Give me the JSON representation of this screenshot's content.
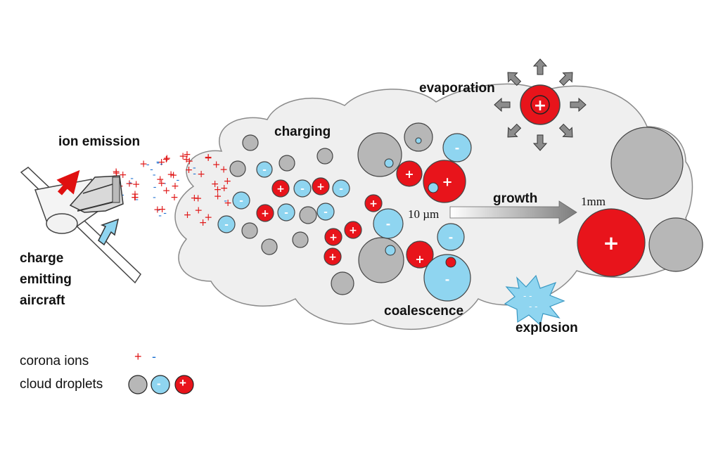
{
  "labels": {
    "ion_emission": "ion emission",
    "charge_emitting_aircraft": [
      "charge",
      "emitting",
      "aircraft"
    ],
    "charging": "charging",
    "evaporation": "evaporation",
    "growth": "growth",
    "size_small": "10 µm",
    "size_large": "1mm",
    "coalescence": "coalescence",
    "explosion": "explosion"
  },
  "legend": {
    "corona_ions": "corona ions",
    "cloud_droplets": "cloud droplets",
    "plus_sign": "+",
    "minus_sign": "-"
  },
  "colors": {
    "cloud_fill": "#efefef",
    "cloud_stroke": "#8a8a8a",
    "neutral_droplet": "#b7b7b7",
    "negative_droplet": "#8fd5f0",
    "positive_droplet": "#e8141b",
    "positive_ion": "#e01b1b",
    "negative_ion": "#1b6fd0",
    "arrow_gray": "#8c8c8c",
    "aircraft_arrow_red": "#e01010",
    "aircraft_arrow_blue": "#8fd5f0"
  },
  "icons": [
    "aircraft-icon",
    "growth-arrow-icon",
    "explosion-burst-icon",
    "evaporation-arrow-icon"
  ]
}
